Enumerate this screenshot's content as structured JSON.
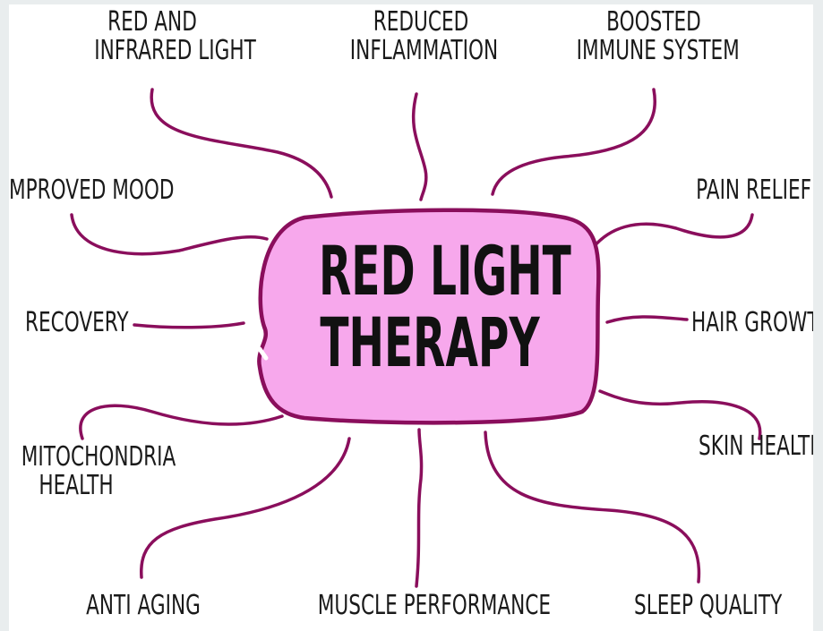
{
  "center": {
    "line1": "RED LIGHT",
    "line2": "THERAPY"
  },
  "colors": {
    "bubble_fill": "#f7a8ec",
    "stroke": "#8a0e5c",
    "text": "#1a1a1a",
    "frame": "#e9edee"
  },
  "branches": {
    "red_infrared": [
      "RED AND",
      "INFRARED LIGHT"
    ],
    "inflammation": [
      "REDUCED",
      "INFLAMMATION"
    ],
    "immune": [
      "BOOSTED",
      "IMMUNE SYSTEM"
    ],
    "mood": "MPROVED MOOD",
    "pain": "PAIN RELIEF",
    "recovery": "RECOVERY",
    "hair": "HAIR GROWTI",
    "mitochondria": [
      "MITOCHONDRIA",
      "HEALTH"
    ],
    "skin": "SKIN HEALTI",
    "anti_aging": "ANTI AGING",
    "muscle": "MUSCLE PERFORMANCE",
    "sleep": "SLEEP QUALITY"
  }
}
